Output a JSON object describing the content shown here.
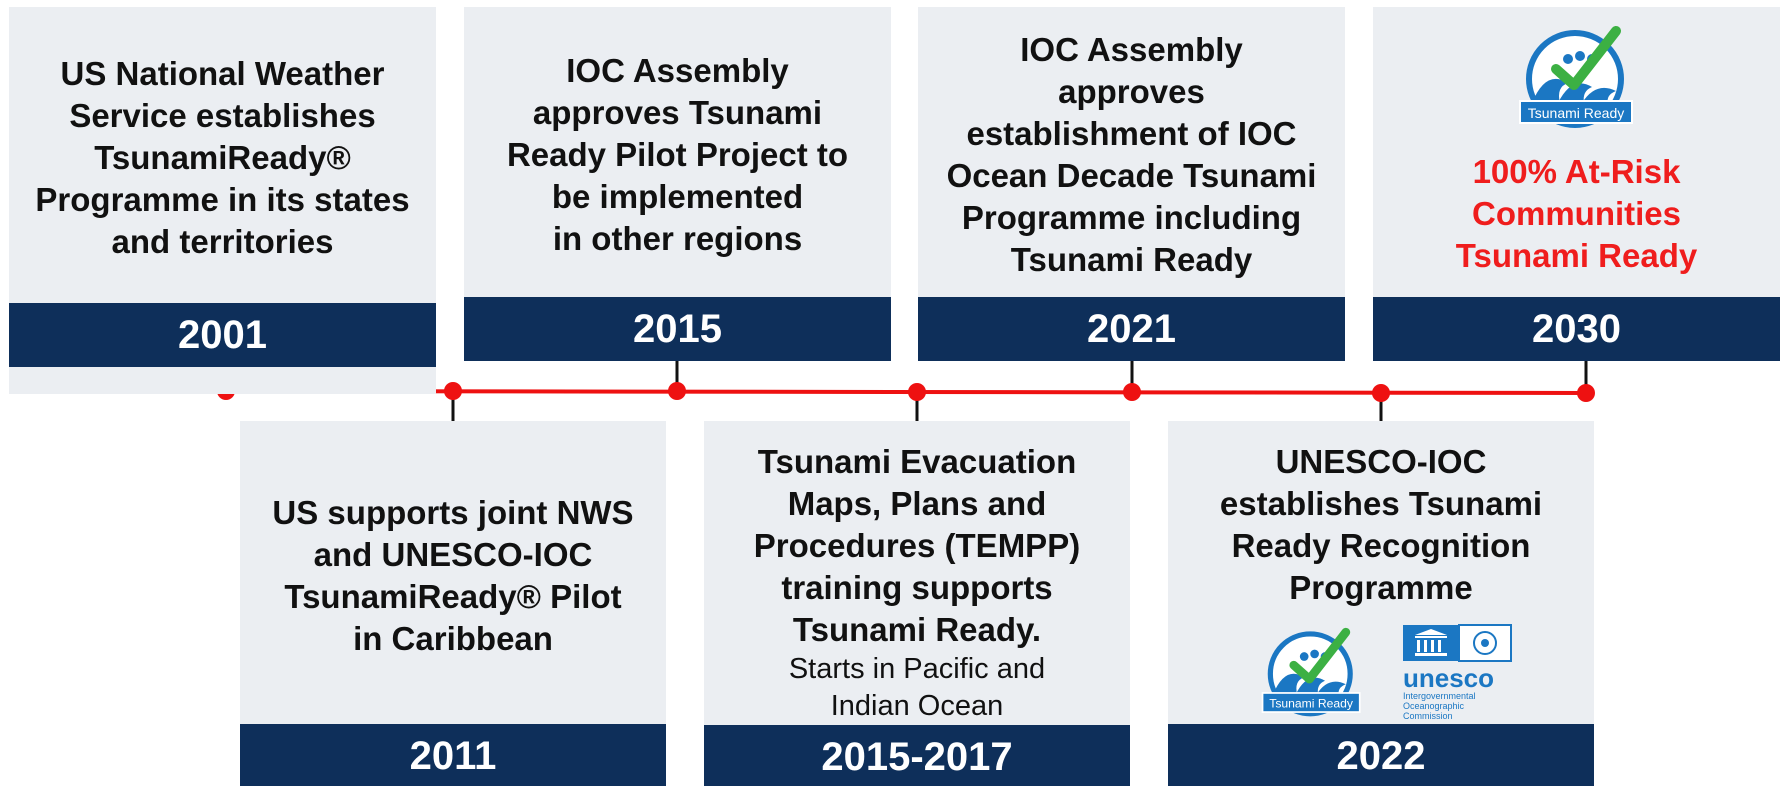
{
  "timeline": {
    "top": [
      {
        "year": "2001",
        "lines": [
          "US National Weather",
          "Service establishes",
          "TsunamiReady®",
          "Programme in its states",
          "and territories"
        ]
      },
      {
        "year": "2015",
        "lines": [
          "IOC Assembly",
          "approves Tsunami",
          "Ready Pilot Project to",
          "be implemented",
          "in other regions"
        ]
      },
      {
        "year": "2021",
        "lines": [
          "IOC Assembly",
          "approves",
          "establishment of IOC",
          "Ocean Decade Tsunami",
          "Programme including",
          "Tsunami Ready"
        ]
      },
      {
        "year": "2030",
        "lines": [
          "100% At-Risk",
          "Communities",
          "Tsunami Ready"
        ]
      }
    ],
    "bottom": [
      {
        "year": "2011",
        "lines": [
          "US supports joint NWS",
          "and UNESCO-IOC",
          "TsunamiReady® Pilot",
          "in Caribbean"
        ]
      },
      {
        "year": "2015-2017",
        "lines": [
          "Tsunami Evacuation",
          "Maps, Plans and",
          "Procedures (TEMPP)",
          "training supports",
          "Tsunami Ready."
        ],
        "sub_lines": [
          "Starts in Pacific and",
          "Indian Ocean"
        ]
      },
      {
        "year": "2022",
        "lines": [
          "UNESCO-IOC",
          "establishes Tsunami",
          "Ready Recognition",
          "Programme"
        ]
      }
    ]
  },
  "logos": {
    "tsunami_ready": "Tsunami Ready",
    "unesco": "unesco",
    "unesco_sub": [
      "Intergovernmental",
      "Oceanographic",
      "Commission"
    ]
  },
  "colors": {
    "card_bg": "#ebeef2",
    "year_bar": "#0e2f5a",
    "timeline_line": "#ee1111",
    "goal_text": "#ef1d1d",
    "logo_blue": "#1b77c3",
    "check_green": "#3cb043"
  }
}
